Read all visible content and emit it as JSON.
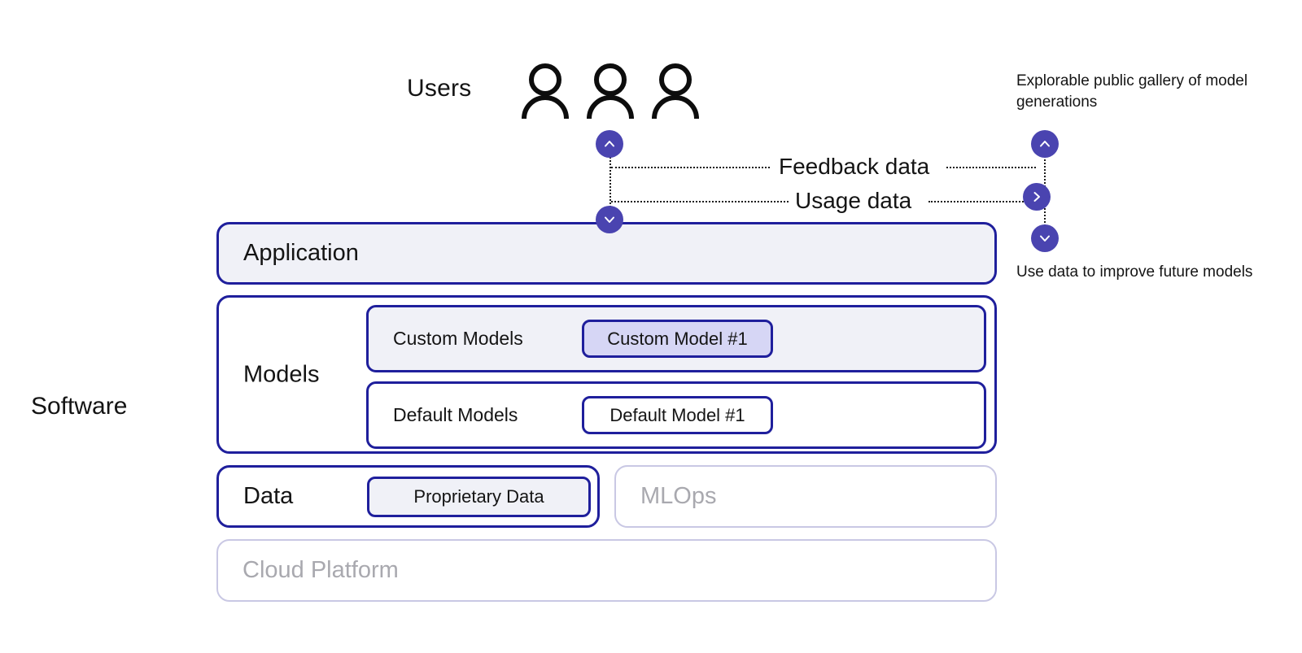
{
  "diagram": {
    "title": "AI product software stack with user feedback loop",
    "colors": {
      "accent_badge": "#4a44b0",
      "box_border": "#1f1f9c",
      "box_fill_light": "#f0f1f7",
      "chip_highlight": "#d6d6f5",
      "muted_border": "#c9c8e4",
      "muted_text": "#a9a9af",
      "text": "#141414"
    }
  },
  "labels": {
    "users": "Users",
    "software": "Software"
  },
  "flows": [
    {
      "id": "feedback",
      "label": "Feedback data"
    },
    {
      "id": "usage",
      "label": "Usage data"
    }
  ],
  "annotations": {
    "top": "Explorable public gallery of model generations",
    "bottom": "Use data to improve future models"
  },
  "badges": [
    {
      "id": "app-top-up",
      "glyph": "chevron-up"
    },
    {
      "id": "app-top-down",
      "glyph": "chevron-down"
    },
    {
      "id": "right-up",
      "glyph": "chevron-up"
    },
    {
      "id": "right-forward",
      "glyph": "chevron-right"
    },
    {
      "id": "right-down",
      "glyph": "chevron-down"
    }
  ],
  "people": [
    {
      "id": "user-1"
    },
    {
      "id": "user-2"
    },
    {
      "id": "user-3"
    }
  ],
  "layers": [
    {
      "id": "application",
      "title": "Application",
      "state": "active",
      "fill": "#f0f1f7"
    },
    {
      "id": "models",
      "title": "Models",
      "state": "active",
      "rows": [
        {
          "id": "custom-models",
          "label": "Custom Models",
          "fill": "#f0f1f7",
          "chip": {
            "label": "Custom Model #1",
            "fill": "#d6d6f5"
          }
        },
        {
          "id": "default-models",
          "label": "Default Models",
          "fill": "#ffffff",
          "chip": {
            "label": "Default Model #1",
            "fill": "#ffffff"
          }
        }
      ]
    },
    {
      "id": "data",
      "title": "Data",
      "state": "active",
      "chip": {
        "label": "Proprietary Data",
        "fill": "#f0f1f7"
      }
    },
    {
      "id": "mlops",
      "title": "MLOps",
      "state": "muted"
    },
    {
      "id": "cloud-platform",
      "title": "Cloud Platform",
      "state": "muted"
    }
  ]
}
